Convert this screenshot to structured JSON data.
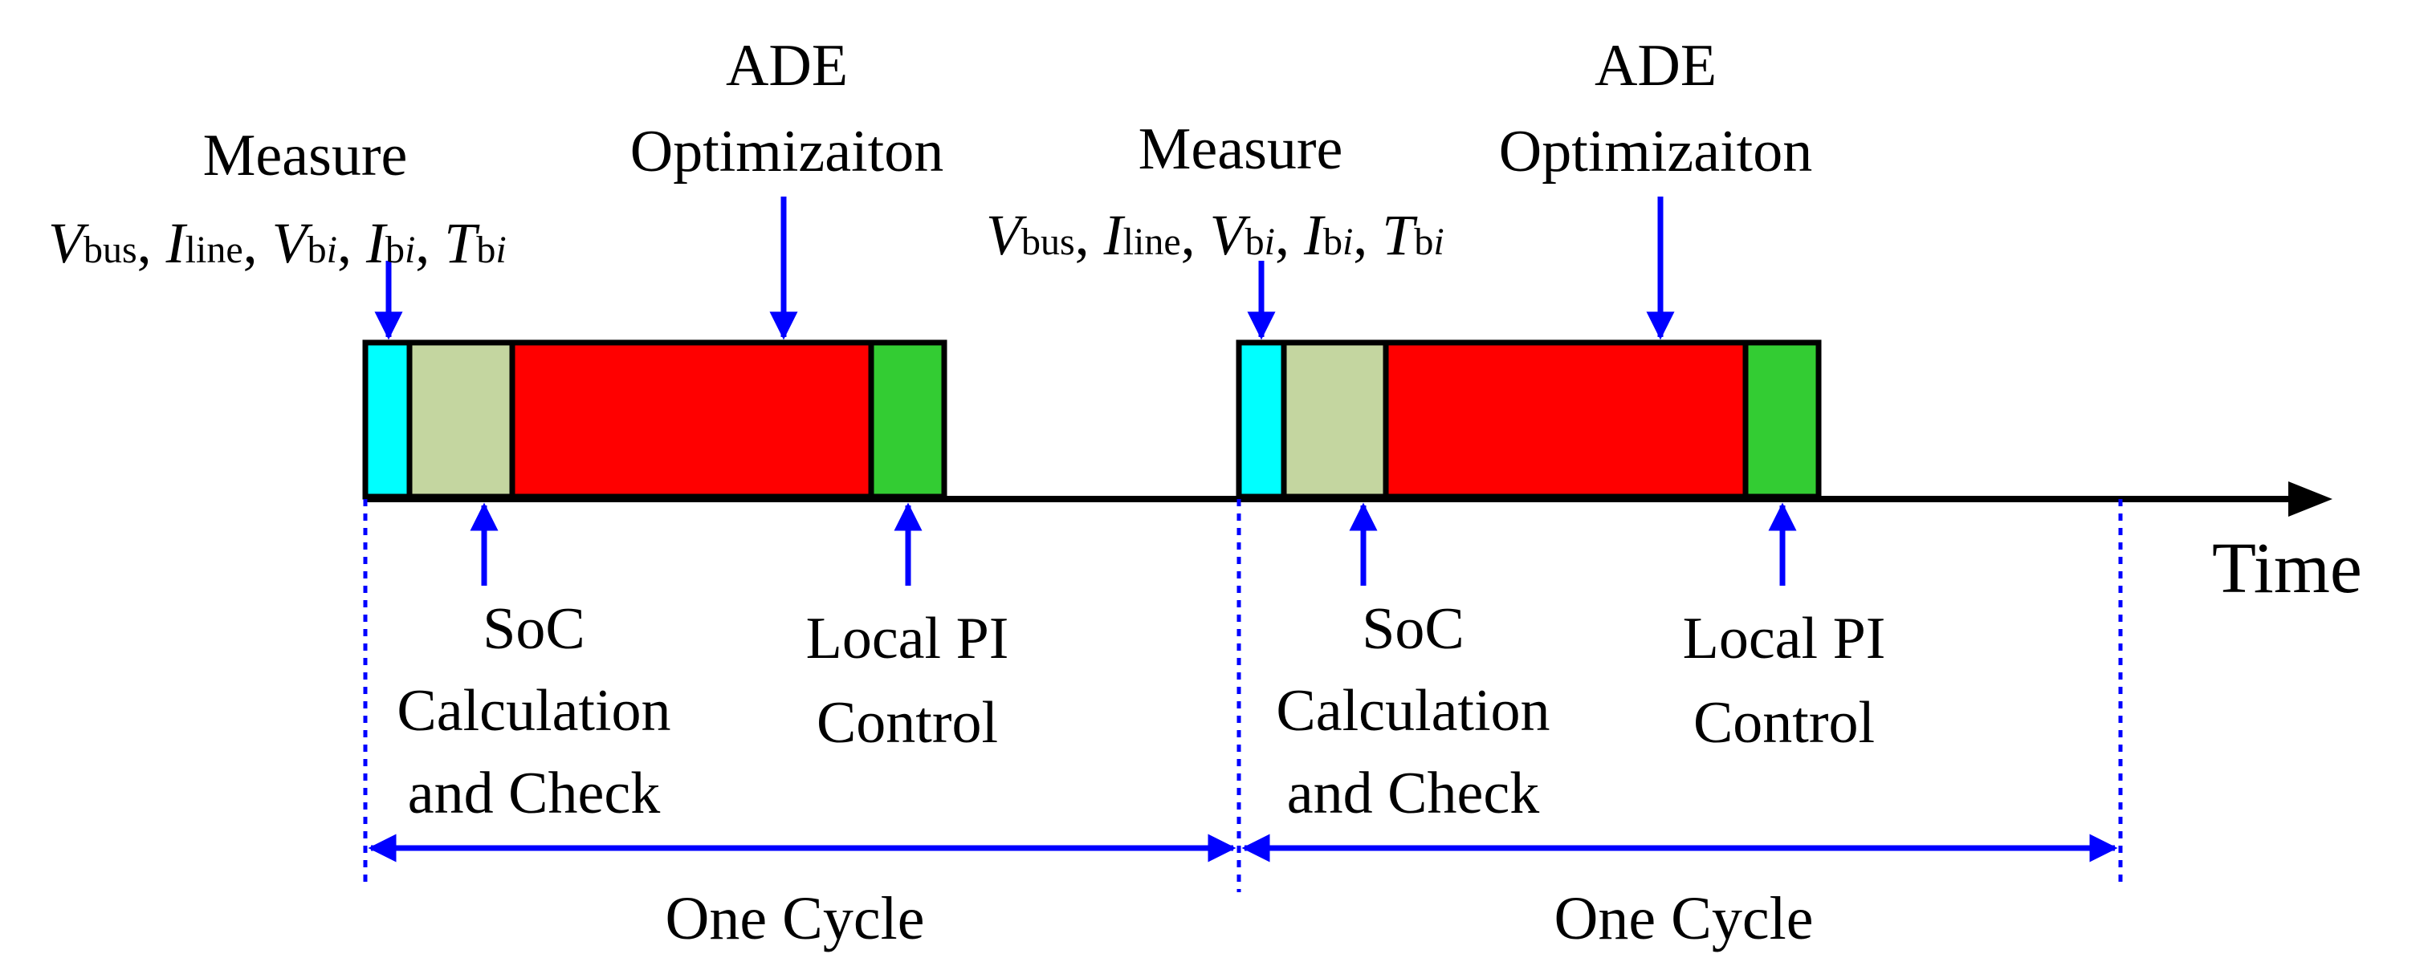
{
  "colors": {
    "measure": "#00ffff",
    "soc": "#c4d6a0",
    "ade": "#ff0000",
    "pi": "#33cc33",
    "arrow": "#0000ff",
    "axis": "#000000"
  },
  "axis": {
    "label": "Time"
  },
  "cycles": [
    {
      "measure": {
        "title": "Measure",
        "vars": {
          "V": "V",
          "bus": "bus",
          "sep1": ", ",
          "I": "I",
          "line": "line",
          "sep2": ", ",
          "Vb": "V",
          "b1": "b",
          "i1": "i",
          "sep3": ", ",
          "Ib": "I",
          "b2": "b",
          "i2": "i",
          "sep4": ", ",
          "Tb": "T",
          "b3": "b",
          "i3": "i"
        }
      },
      "ade": {
        "line1": "ADE",
        "line2": "Optimizaiton"
      },
      "soc": {
        "line1": "SoC",
        "line2": "Calculation",
        "line3": "and Check"
      },
      "pi": {
        "line1": "Local PI",
        "line2": "Control"
      },
      "cycle_label": "One Cycle"
    },
    {
      "measure": {
        "title": "Measure",
        "vars": {
          "V": "V",
          "bus": "bus",
          "sep1": ", ",
          "I": "I",
          "line": "line",
          "sep2": ", ",
          "Vb": "V",
          "b1": "b",
          "i1": "i",
          "sep3": ", ",
          "Ib": "I",
          "b2": "b",
          "i2": "i",
          "sep4": ", ",
          "Tb": "T",
          "b3": "b",
          "i3": "i"
        }
      },
      "ade": {
        "line1": "ADE",
        "line2": "Optimizaiton"
      },
      "soc": {
        "line1": "SoC",
        "line2": "Calculation",
        "line3": "and Check"
      },
      "pi": {
        "line1": "Local PI",
        "line2": "Control"
      },
      "cycle_label": "One Cycle"
    }
  ]
}
